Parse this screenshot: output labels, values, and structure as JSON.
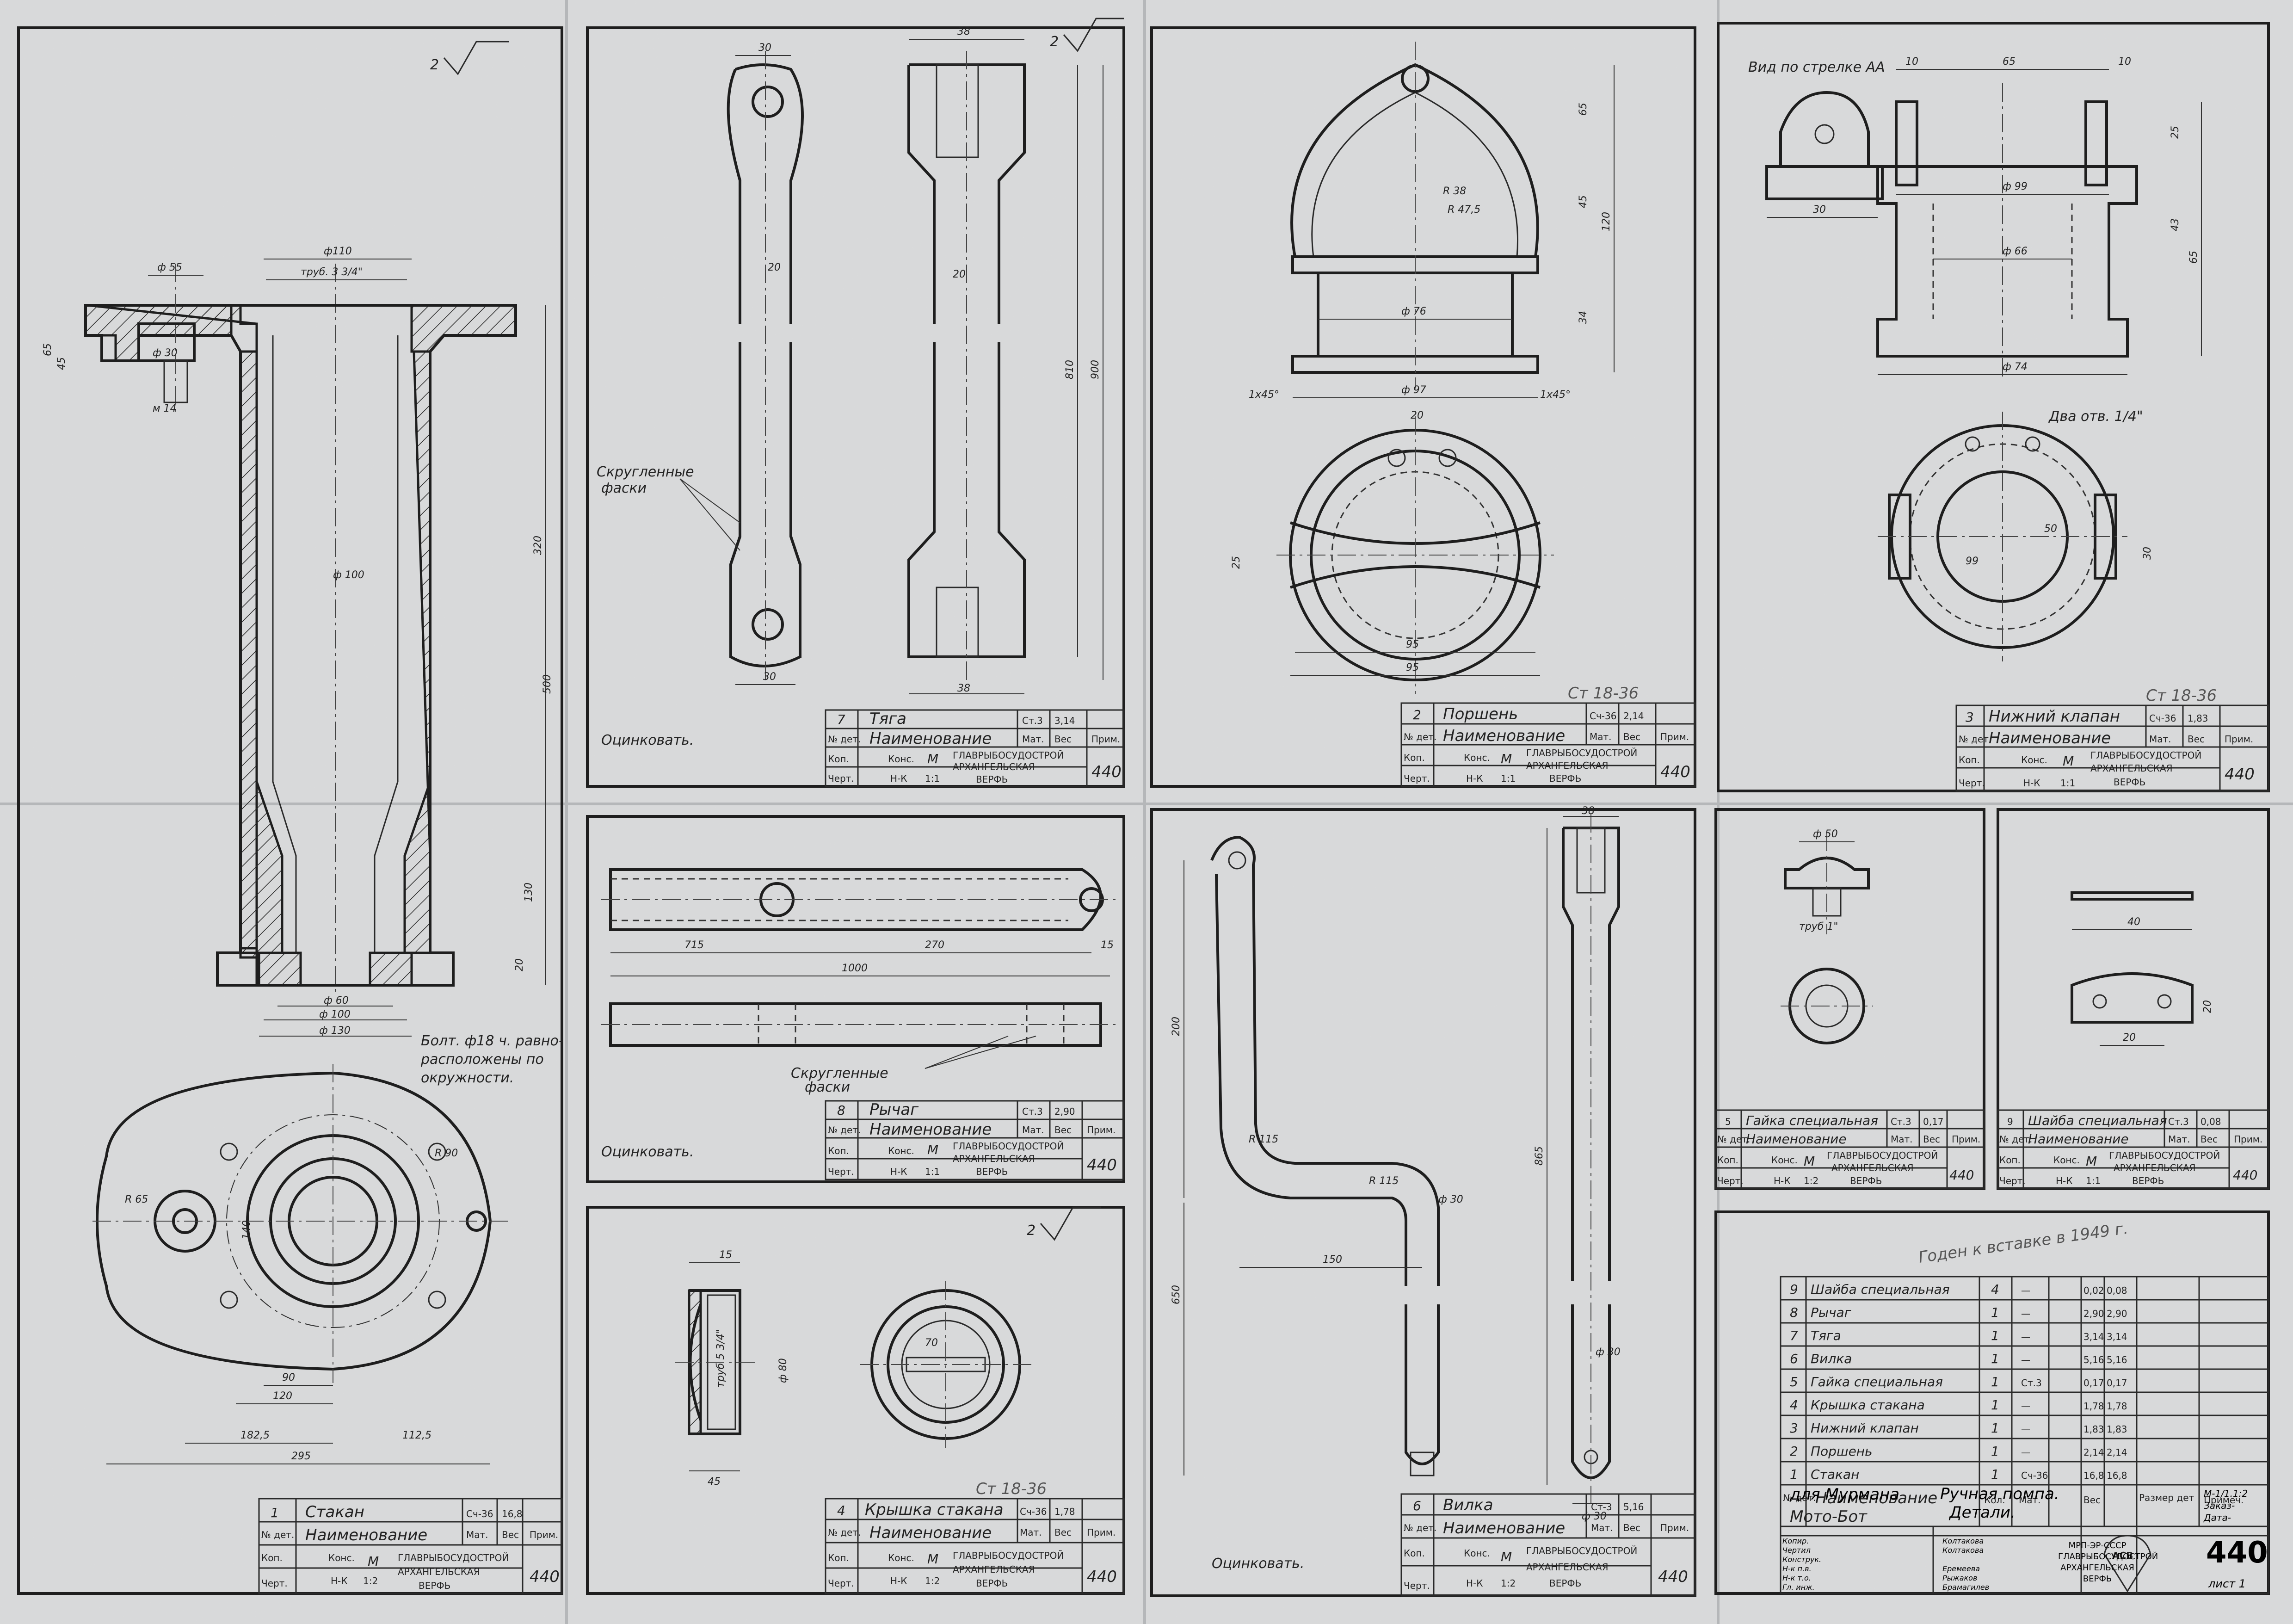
{
  "roughness_mark": "2",
  "parts": {
    "p1": {
      "name": "Стакан",
      "num": "1",
      "mat": "Сч-36",
      "weight": "16,8",
      "scale": "1:2"
    },
    "p2": {
      "name": "Поршень",
      "num": "2",
      "mat": "Сч-36",
      "weight": "2,14",
      "scale": "1:1",
      "stamp": "Ст 18-36"
    },
    "p3": {
      "name": "Нижний клапан",
      "num": "3",
      "mat": "Сч-36",
      "weight": "1,83",
      "scale": "1:1",
      "stamp": "Ст 18-36"
    },
    "p4": {
      "name": "Крышка стакана",
      "num": "4",
      "mat": "Сч-36",
      "weight": "1,78",
      "scale": "1:2",
      "stamp": "Ст 18-36"
    },
    "p5": {
      "name": "Гайка специальная",
      "num": "5",
      "mat": "Ст.3",
      "weight": "0,17",
      "scale": "1:2"
    },
    "p6": {
      "name": "Вилка",
      "num": "6",
      "mat": "Ст-3",
      "weight": "5,16",
      "scale": "1:2"
    },
    "p7": {
      "name": "Тяга",
      "num": "7",
      "mat": "Ст.3",
      "weight": "3,14",
      "scale": "1:1"
    },
    "p8": {
      "name": "Рычаг",
      "num": "8",
      "mat": "Ст.3",
      "weight": "2,90",
      "scale": "1:1"
    },
    "p9": {
      "name": "Шайба специальная",
      "num": "9",
      "mat": "Ст.3",
      "weight": "0,08",
      "scale": "1:1"
    }
  },
  "title_labels": {
    "det_no": "№ дет.",
    "name_hdr": "Наименование",
    "mat_hdr": "Мат.",
    "weight_hdr": "Вес",
    "note_hdr": "Прим.",
    "check": "Коп.",
    "draw": "Черт.",
    "kons": "Конс.",
    "nk": "Н-К",
    "m": "М",
    "org1": "ГЛАВРЫБОСУДОСТРОЙ",
    "org2": "АРХАНГЕЛЬСКАЯ",
    "org3": "ВЕРФЬ",
    "drawing_no": "440"
  },
  "notes": {
    "zinc": "Оцинковать.",
    "rounded1": "Скругленные",
    "rounded2": "фаски",
    "bolt1": "Болт. ф18 ч. равно-",
    "bolt2": "расположены по",
    "bolt3": "окружности.",
    "arrow_view": "Вид по стрелке АА",
    "two_holes": "Два отв. 1/4\"",
    "pipe1": "труб. 3 3/4\"",
    "pipe2": "труб 5 3/4\""
  },
  "spec": {
    "rows": [
      {
        "num": "9",
        "name": "Шайба специальная",
        "qty": "4",
        "mat": "—",
        "w1": "0,02",
        "w2": "0,08"
      },
      {
        "num": "8",
        "name": "Рычаг",
        "qty": "1",
        "mat": "—",
        "w1": "2,90",
        "w2": "2,90"
      },
      {
        "num": "7",
        "name": "Тяга",
        "qty": "1",
        "mat": "—",
        "w1": "3,14",
        "w2": "3,14"
      },
      {
        "num": "6",
        "name": "Вилка",
        "qty": "1",
        "mat": "—",
        "w1": "5,16",
        "w2": "5,16"
      },
      {
        "num": "5",
        "name": "Гайка специальная",
        "qty": "1",
        "mat": "Ст.3",
        "w1": "0,17",
        "w2": "0,17"
      },
      {
        "num": "4",
        "name": "Крышка стакана",
        "qty": "1",
        "mat": "—",
        "w1": "1,78",
        "w2": "1,78"
      },
      {
        "num": "3",
        "name": "Нижний клапан",
        "qty": "1",
        "mat": "—",
        "w1": "1,83",
        "w2": "1,83"
      },
      {
        "num": "2",
        "name": "Поршень",
        "qty": "1",
        "mat": "—",
        "w1": "2,14",
        "w2": "2,14"
      },
      {
        "num": "1",
        "name": "Стакан",
        "qty": "1",
        "mat": "Сч-36",
        "w1": "16,8",
        "w2": "16,8"
      }
    ],
    "hdr_num": "№ дет.",
    "hdr_name": "Наименование",
    "hdr_qty": "Кол.",
    "hdr_mat": "Мат.",
    "hdr_w": "Вес",
    "hdr_size": "Размер дет",
    "hdr_note": "Примеч.",
    "boat1": "Мото-Бот",
    "boat2": "для Мурмана",
    "pump1": "Ручная помпа.",
    "pump2": "Детали.",
    "ministry": "МРП-ЭР-СССР",
    "org1": "ГЛАВРЫБОСУДОСТРОЙ",
    "org2": "АРХАНГЕЛЬСКАЯ",
    "org3": "ВЕРФЬ",
    "sheet_no": "440",
    "sheet_label": "лист 1",
    "roles": [
      "Копир.",
      "Чертил",
      "Конструк.",
      "Н-к п.в.",
      "Н-к т.о.",
      "Гл. инж."
    ],
    "names": [
      "Колтакова",
      "Колтакова",
      "",
      "Еремеева",
      "Рыжаков",
      "Брамагилев"
    ],
    "code": "M-1/1.1:2",
    "order": "Заказ-",
    "date": "Дата-",
    "pencil": "Годен к вставке в 1949 г."
  }
}
